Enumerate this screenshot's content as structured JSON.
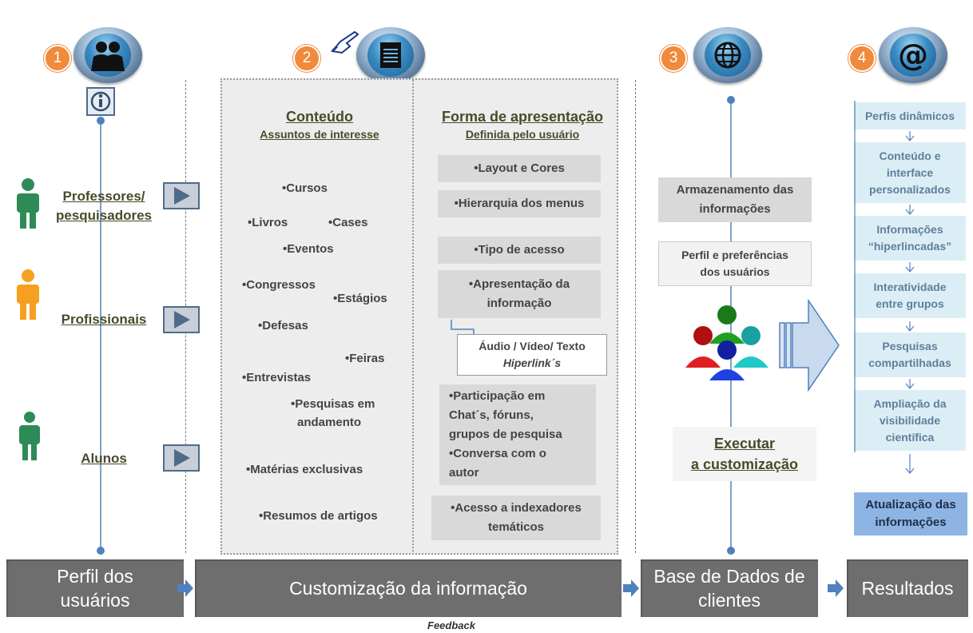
{
  "steps": [
    {
      "num": "1",
      "icon": "users-icon"
    },
    {
      "num": "2",
      "icon": "document-icon"
    },
    {
      "num": "3",
      "icon": "globe-icon"
    },
    {
      "num": "4",
      "icon": "at-sign-icon"
    }
  ],
  "profiles": [
    {
      "label_line1": "Professores/",
      "label_line2": "pesquisadores",
      "color": "#2e8b57"
    },
    {
      "label_line1": "Profissionais",
      "label_line2": "",
      "color": "#f5a020"
    },
    {
      "label_line1": "Alunos",
      "label_line2": "",
      "color": "#2e8b57"
    }
  ],
  "content": {
    "title": "Conteúdo",
    "subtitle": "Assuntos de interesse",
    "items": [
      "•Cursos",
      "•Livros",
      "•Cases",
      "•Eventos",
      "•Congressos",
      "•Estágios",
      "•Defesas",
      "•Feiras",
      "•Entrevistas",
      "•Pesquisas em",
      "andamento",
      "•Matérias exclusivas",
      "•Resumos de artigos"
    ]
  },
  "presentation": {
    "title": "Forma de apresentação",
    "subtitle": "Definida pelo usuário",
    "layout": "•Layout e Cores",
    "hierarchy": "•Hierarquia dos menus",
    "access": "•Tipo de acesso",
    "info_line1": "•Apresentação da",
    "info_line2": "informação",
    "media_line1": "Áudio / Vídeo/ Texto",
    "media_line2": "Hiperlink´s",
    "part_lines": [
      "•Participação em",
      "Chat´s, fóruns,",
      "grupos de pesquisa",
      "•Conversa com o",
      "autor"
    ],
    "index_line1": "•Acesso a indexadores",
    "index_line2": "temáticos"
  },
  "database": {
    "storage_line1": "Armazenamento das",
    "storage_line2": "informações",
    "prefs_line1": "Perfil e preferências",
    "prefs_line2": "dos usuários",
    "execute_line1": "Executar",
    "execute_line2": "a customização"
  },
  "results": {
    "items": [
      {
        "l1": "Perfis dinâmicos",
        "l2": "",
        "l3": ""
      },
      {
        "l1": "Conteúdo e",
        "l2": "interface",
        "l3": "personalizados"
      },
      {
        "l1": "Informações",
        "l2": "“hiperlincadas”",
        "l3": ""
      },
      {
        "l1": "Interatividade",
        "l2": "entre grupos",
        "l3": ""
      },
      {
        "l1": "Pesquisas",
        "l2": "compartilhadas",
        "l3": ""
      },
      {
        "l1": "Ampliação da",
        "l2": "visibilidade",
        "l3": "científica"
      }
    ],
    "update_line1": "Atualização das",
    "update_line2": "informações"
  },
  "bottom": {
    "b1_line1": "Perfil dos",
    "b1_line2": "usuários",
    "b2": "Customização da informação",
    "b3_line1": "Base de Dados de",
    "b3_line2": "clientes",
    "b4": "Resultados",
    "feedback": "Feedback"
  },
  "colors": {
    "badge": "#f08a3c",
    "bottom_box": "#6e6e6e",
    "result_box": "#dbeef6",
    "update_box": "#8eb4e3",
    "accent_line": "#4f81bd"
  }
}
